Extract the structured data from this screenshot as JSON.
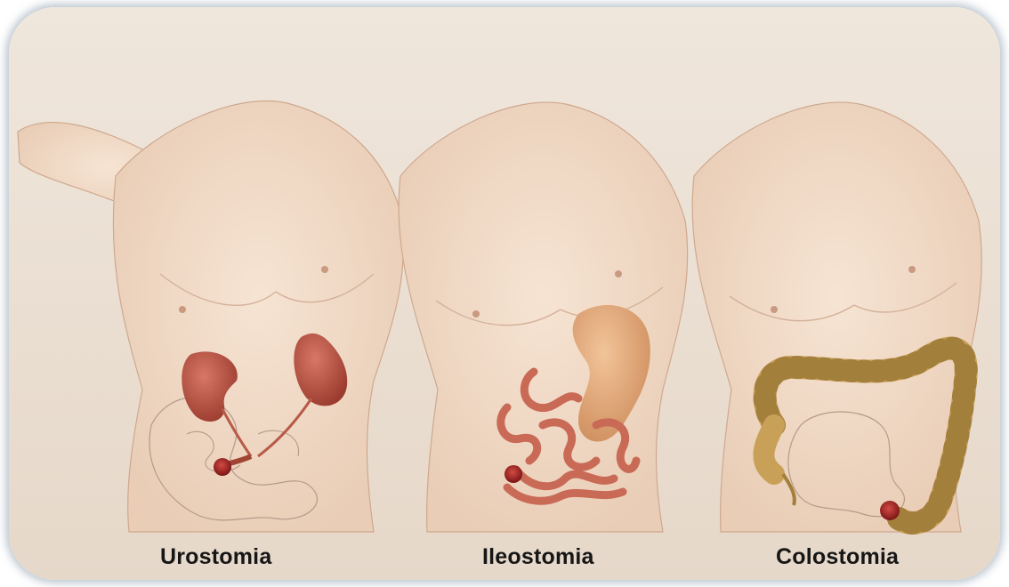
{
  "figure": {
    "panels": [
      {
        "caption": "Urostomia",
        "organ_icon": "kidney-urinary-icon",
        "accent_color": "#b85040"
      },
      {
        "caption": "Ileostomia",
        "organ_icon": "small-intestine-icon",
        "accent_color": "#d4785e"
      },
      {
        "caption": "Colostomia",
        "organ_icon": "colon-icon",
        "accent_color": "#c9a058"
      }
    ],
    "colors": {
      "background": "#e8dcd0",
      "skin": "#f0dac8",
      "stoma": "#b02a2a",
      "frame_glow": "#8ca0b4"
    }
  }
}
